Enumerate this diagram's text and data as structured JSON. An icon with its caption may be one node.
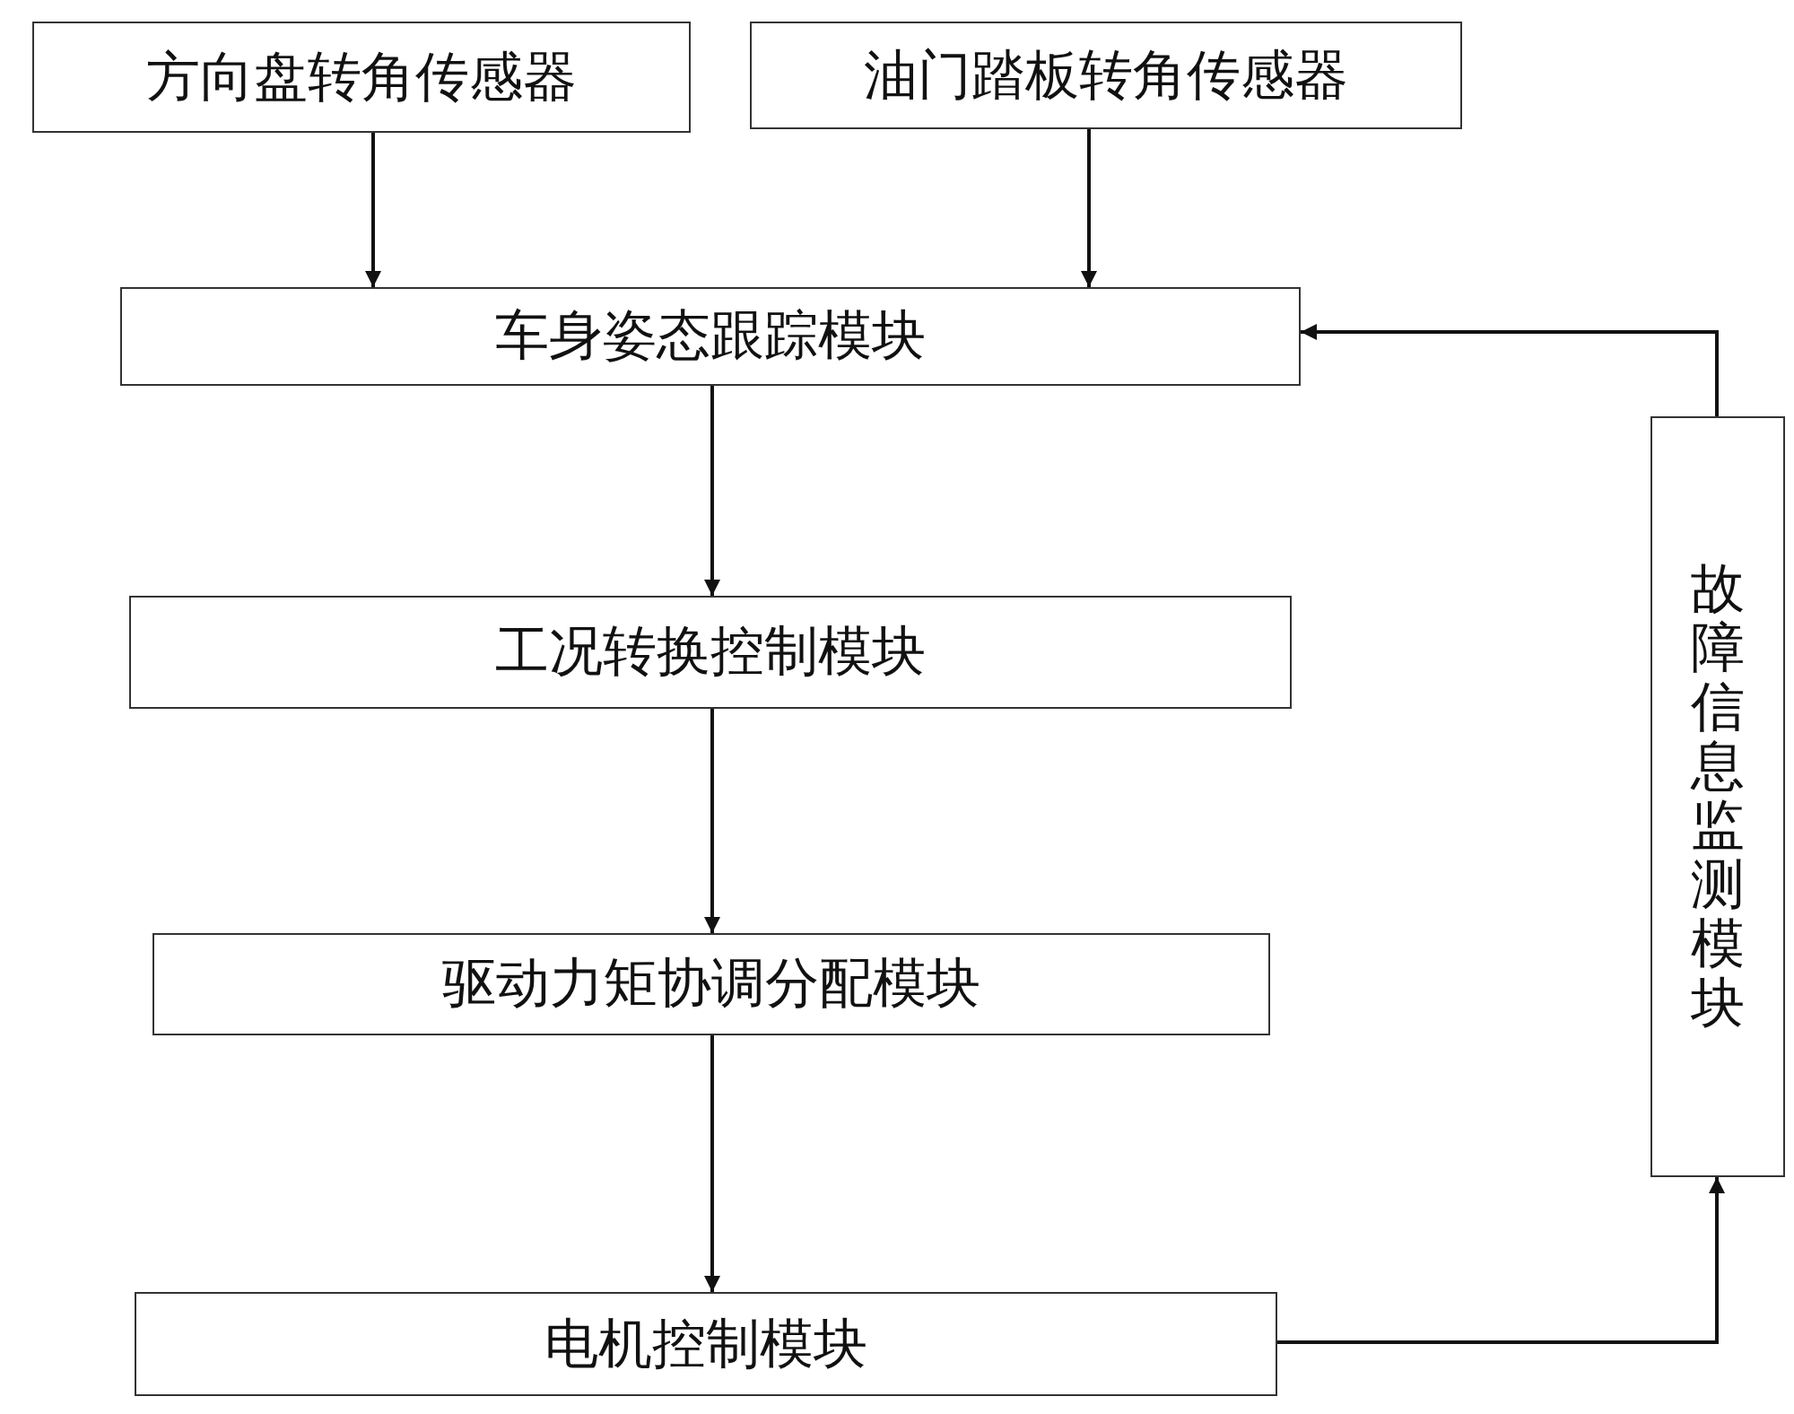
{
  "diagram": {
    "nodes": [
      {
        "text": [
          "方向盘转角传感器"
        ]
      },
      {
        "text": [
          "油门踏板转角传感器"
        ]
      },
      {
        "text": [
          "车身姿态跟踪模块"
        ]
      },
      {
        "text": [
          "工况转换控制模块"
        ]
      },
      {
        "text": [
          "驱动力矩协调分配模块"
        ]
      },
      {
        "text": [
          "电机控制模块"
        ]
      },
      {
        "text": [
          "故障信息监测模块"
        ]
      }
    ],
    "edges": [
      {
        "from": 0,
        "to": 2,
        "arrow": "to"
      },
      {
        "from": 1,
        "to": 2,
        "arrow": "to"
      },
      {
        "from": 2,
        "to": 3,
        "arrow": "to"
      },
      {
        "from": 3,
        "to": 4,
        "arrow": "to"
      },
      {
        "from": 4,
        "to": 5,
        "arrow": "to"
      },
      {
        "from": 5,
        "to": 6,
        "arrow": "to"
      },
      {
        "from": 6,
        "to": 2,
        "arrow": "to"
      }
    ]
  }
}
